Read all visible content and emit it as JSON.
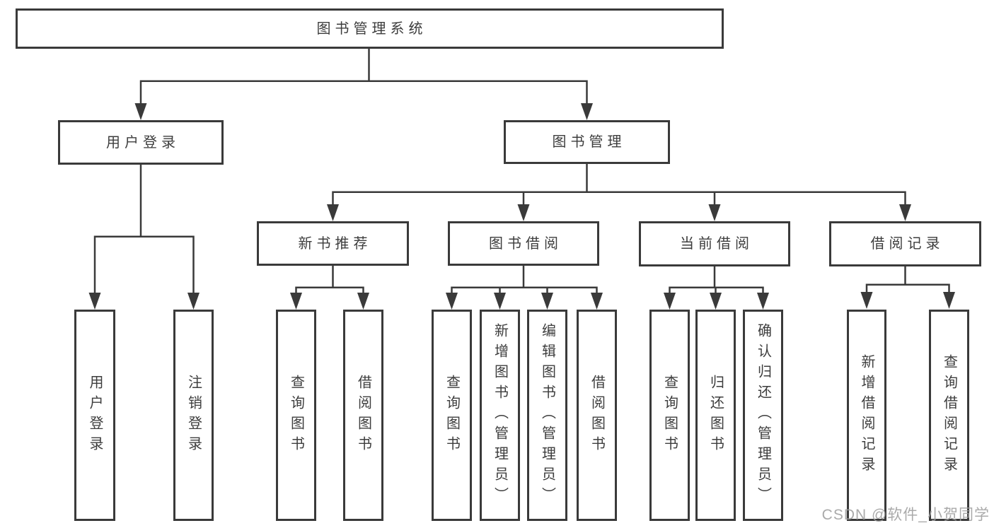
{
  "diagram": {
    "title": "图书管理系统",
    "root": {
      "label": "图书管理系统"
    },
    "branches": [
      {
        "label": "用户登录",
        "children": [
          {
            "label": "用户登录"
          },
          {
            "label": "注销登录"
          }
        ]
      },
      {
        "label": "图书管理",
        "children": [
          {
            "label": "新书推荐",
            "children": [
              {
                "label": "查询图书"
              },
              {
                "label": "借阅图书"
              }
            ]
          },
          {
            "label": "图书借阅",
            "children": [
              {
                "label": "查询图书"
              },
              {
                "label": "新增图书（管理员）"
              },
              {
                "label": "编辑图书（管理员）"
              },
              {
                "label": "借阅图书"
              }
            ]
          },
          {
            "label": "当前借阅",
            "children": [
              {
                "label": "查询图书"
              },
              {
                "label": "归还图书"
              },
              {
                "label": "确认归还（管理员）"
              }
            ]
          },
          {
            "label": "借阅记录",
            "children": [
              {
                "label": "新增借阅记录"
              },
              {
                "label": "查询借阅记录"
              }
            ]
          }
        ]
      }
    ]
  },
  "watermark": "CSDN @软件_小贺同学",
  "colors": {
    "line": "#3a3a3a",
    "text": "#3d3d3d",
    "box_background": "#ffffff",
    "watermark": "#9e9e9e"
  }
}
